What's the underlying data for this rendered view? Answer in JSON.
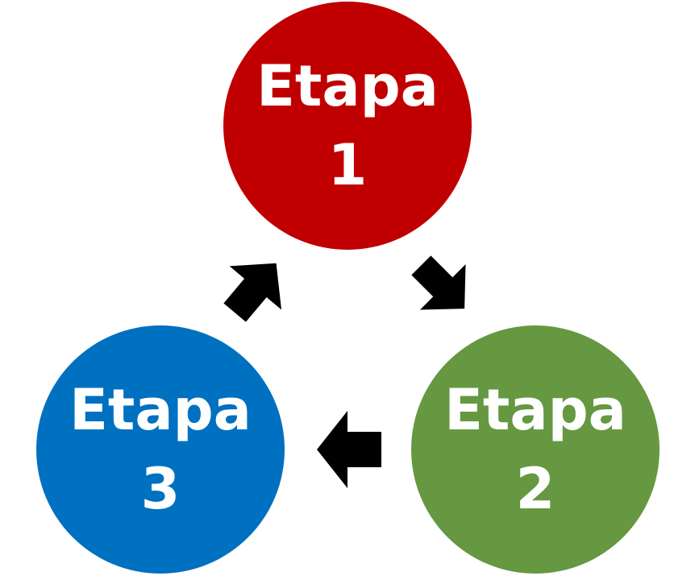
{
  "stages": [
    {
      "label": "Etapa",
      "number": "1",
      "color": "#C00000"
    },
    {
      "label": "Etapa",
      "number": "2",
      "color": "#659840"
    },
    {
      "label": "Etapa",
      "number": "3",
      "color": "#0070C0"
    }
  ],
  "arrow_color": "#000000",
  "icons": {
    "arrow_1_to_2": "arrow-right-down-icon",
    "arrow_2_to_3": "arrow-left-icon",
    "arrow_3_to_1": "arrow-right-up-icon"
  }
}
